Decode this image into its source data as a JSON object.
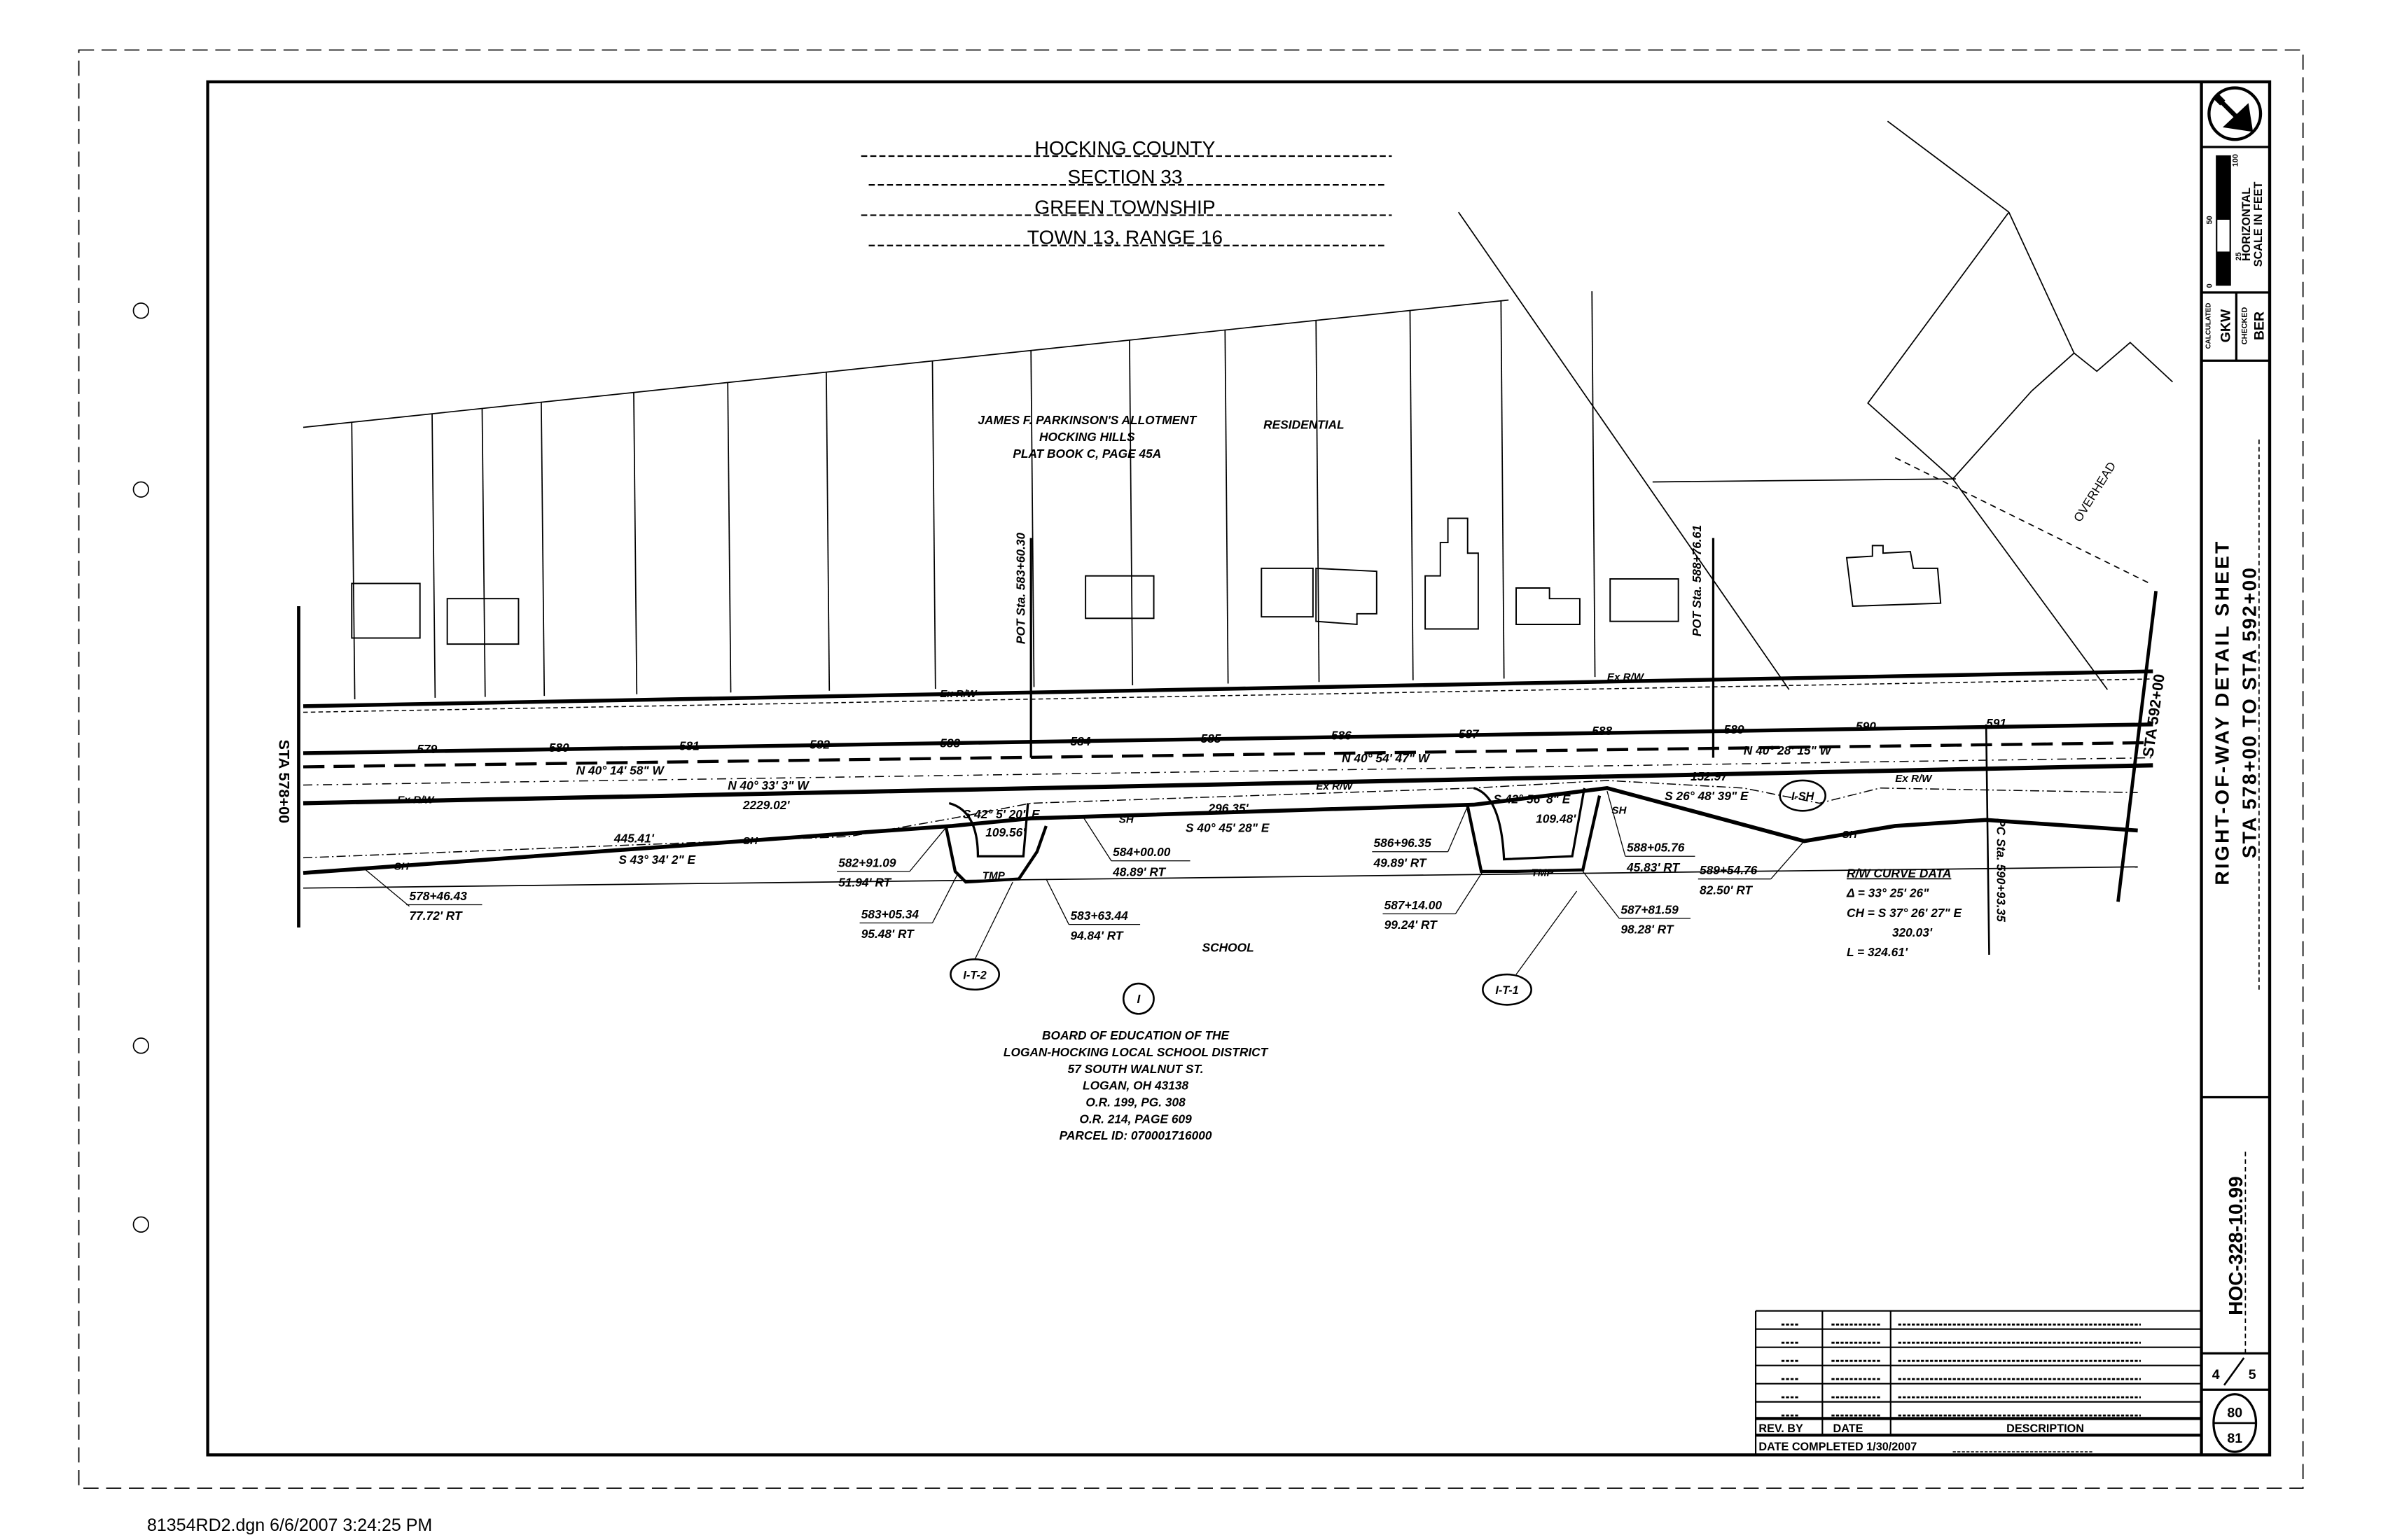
{
  "header": {
    "lines": [
      "HOCKING COUNTY",
      "SECTION 33",
      "GREEN TOWNSHIP",
      "TOWN 13, RANGE 16"
    ]
  },
  "plat": {
    "allotment": [
      "JAMES F. PARKINSON'S ALLOTMENT",
      "HOCKING HILLS",
      "PLAT BOOK C, PAGE 45A"
    ],
    "residential": "RESIDENTIAL",
    "school": "SCHOOL",
    "owner": [
      "BOARD OF EDUCATION OF THE",
      "LOGAN-HOCKING LOCAL SCHOOL DISTRICT",
      "57 SOUTH WALNUT ST.",
      "LOGAN, OH 43138",
      "O.R. 199, PG. 308",
      "O.R. 214, PAGE 609",
      "PARCEL ID: 070001716000"
    ],
    "overhead": "OVERHEAD"
  },
  "stations": {
    "begin": "STA 578+00",
    "end": "STA 592+00",
    "ticks": [
      "579",
      "580",
      "581",
      "582",
      "583",
      "584",
      "585",
      "586",
      "587",
      "588",
      "589",
      "590",
      "591"
    ],
    "pot1": "POT Sta. 583+60.30",
    "pot2": "POT Sta. 588+76.61",
    "pc": "PC Sta. 590+93.35"
  },
  "bearings": {
    "cl1": "N 40° 14' 58\" W",
    "cl2": "N 40° 54' 47\" W",
    "cl3": "N 40° 28' 15\" W",
    "rw_bearing": "N 40° 33' 3\" W",
    "rw_dist": "2229.02'",
    "p1_dist": "445.41'",
    "p1_bearing": "S 43° 34' 2\" E",
    "p2_bearing": "S 42° 5' 20\" E",
    "p2_dist": "109.56'",
    "p3_dist": "296.35'",
    "p3_bearing": "S 40° 45' 28\" E",
    "p4_bearing": "S 42° 56' 8\" E",
    "p4_dist": "109.48'",
    "p5_dist": "152.97'",
    "p5_bearing": "S 26° 48' 39\" E"
  },
  "callouts": [
    {
      "sta": "578+46.43",
      "off": "77.72' RT"
    },
    {
      "sta": "582+91.09",
      "off": "51.94' RT"
    },
    {
      "sta": "583+05.34",
      "off": "95.48' RT"
    },
    {
      "sta": "583+63.44",
      "off": "94.84' RT"
    },
    {
      "sta": "584+00.00",
      "off": "48.89' RT"
    },
    {
      "sta": "586+96.35",
      "off": "49.89' RT"
    },
    {
      "sta": "587+14.00",
      "off": "99.24' RT"
    },
    {
      "sta": "587+81.59",
      "off": "98.28' RT"
    },
    {
      "sta": "588+05.76",
      "off": "45.83' RT"
    },
    {
      "sta": "589+54.76",
      "off": "82.50' RT"
    }
  ],
  "curve": {
    "title": "R/W CURVE DATA",
    "delta": "Δ = 33° 25' 26\"",
    "chord": "CH = S 37° 26' 27\" E",
    "chord_len": "320.03'",
    "length": "L = 324.61'"
  },
  "marks": {
    "sh": "SH",
    "tmp": "TMP",
    "exrw": "Ex R/W"
  },
  "parcels": {
    "it2": "I-T-2",
    "i": "I",
    "it1": "I-T-1",
    "ish": "I-SH"
  },
  "title_block": {
    "north": "N",
    "scale_labels": [
      "0",
      "25",
      "50",
      "100"
    ],
    "scale_title": "HORIZONTAL",
    "scale_units": "SCALE IN FEET",
    "calculated_label": "CALCULATED",
    "calculated": "GKW",
    "checked_label": "CHECKED",
    "checked": "BER",
    "sheet_title": "RIGHT-OF-WAY DETAIL SHEET",
    "sheet_range": "STA 578+00 TO STA 592+00",
    "project": "HOC-328-10.99",
    "sheet_num": "4",
    "sheet_total": "5",
    "total_top": "80",
    "total_bottom": "81"
  },
  "revisions": {
    "headers": [
      "REV. BY",
      "DATE",
      "DESCRIPTION"
    ],
    "date_completed": "DATE COMPLETED 1/30/2007"
  },
  "footer": "81354RD2.dgn  6/6/2007 3:24:25 PM"
}
